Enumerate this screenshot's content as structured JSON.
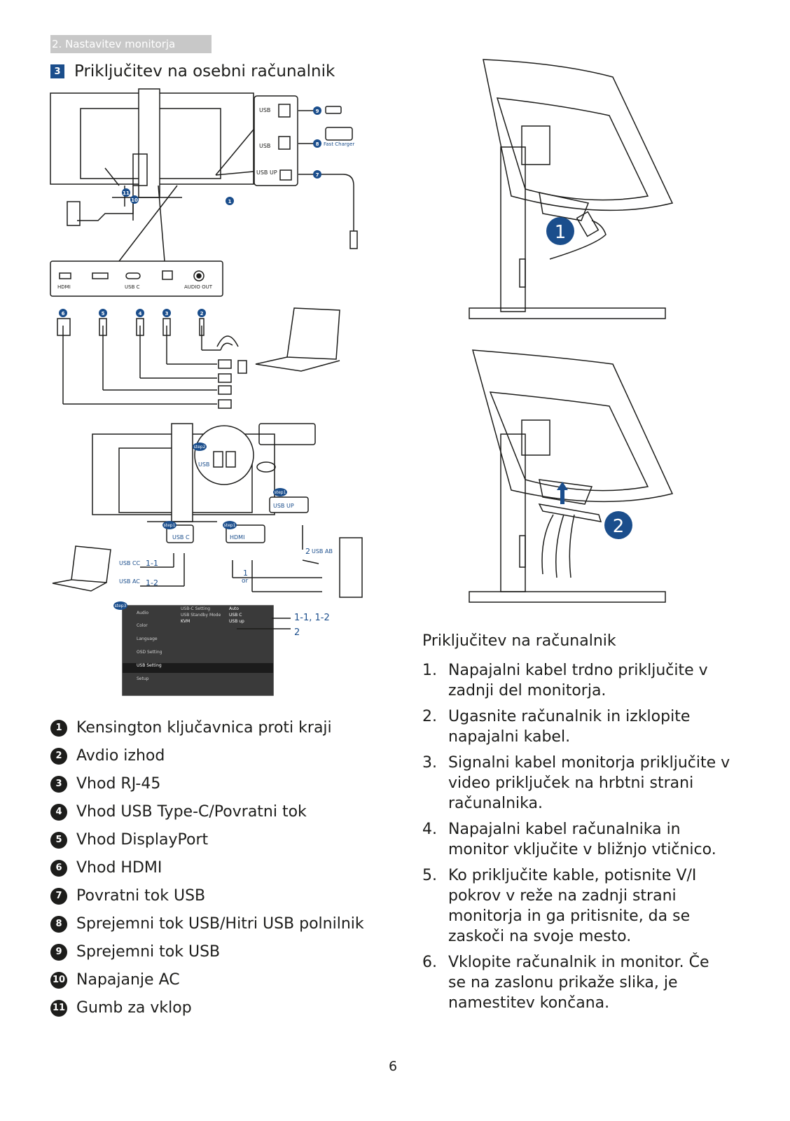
{
  "header": {
    "section_tab": "2. Nastavitev monitorja",
    "heading_number": "3",
    "heading_title": "Priključitev na osebni računalnik"
  },
  "diagram_top": {
    "side_ports": {
      "usb_down": "USB",
      "usb_fast": "USB",
      "fast_charger": "Fast Charger",
      "usb_up": "USB UP"
    },
    "rear_ports": {
      "hdmi": "HDMI",
      "usbc": "USB C",
      "audio_out": "AUDIO OUT"
    },
    "callouts": [
      "9",
      "8",
      "7",
      "1",
      "10",
      "11",
      "6",
      "5",
      "4",
      "3",
      "2"
    ]
  },
  "diagram_kvm": {
    "step1a": "step1",
    "step1b": "step1",
    "step1c": "step1",
    "step2": "step2",
    "step3": "step3",
    "usb_hub": "USB",
    "usb_up": "USB UP",
    "usb_c": "USB C",
    "hdmi": "HDMI",
    "usb_cc": "USB CC",
    "usb_cc_num": "1-1",
    "usb_ac": "USB AC",
    "usb_ac_num": "1-2",
    "usb_ab_num": "2",
    "usb_ab": "USB AB",
    "one": "1",
    "or": "or",
    "osd_menu": [
      "Audio",
      "Color",
      "Language",
      "OSD Setting",
      "USB Setting",
      "Setup"
    ],
    "osd_col2": [
      "USB-C Setting",
      "USB Standby Mode",
      "KVM"
    ],
    "osd_col3": [
      "Auto",
      "USB C",
      "USB up"
    ],
    "osd_callout1": "1-1, 1-2",
    "osd_callout2": "2"
  },
  "figure_right": {
    "step1": "1",
    "step2": "2"
  },
  "legend": [
    {
      "num": "1",
      "text": "Kensington ključavnica proti kraji"
    },
    {
      "num": "2",
      "text": "Avdio izhod"
    },
    {
      "num": "3",
      "text": "Vhod RJ-45"
    },
    {
      "num": "4",
      "text": "Vhod USB Type-C/Povratni tok"
    },
    {
      "num": "5",
      "text": "Vhod DisplayPort"
    },
    {
      "num": "6",
      "text": "Vhod HDMI"
    },
    {
      "num": "7",
      "text": "Povratni tok USB"
    },
    {
      "num": "8",
      "text": "Sprejemni tok USB/Hitri USB polnilnik"
    },
    {
      "num": "9",
      "text": "Sprejemni tok USB"
    },
    {
      "num": "10",
      "text": "Napajanje AC"
    },
    {
      "num": "11",
      "text": "Gumb za vklop"
    }
  ],
  "steps_title": "Priključitev na računalnik",
  "steps": [
    {
      "num": "1.",
      "text": "Napajalni kabel trdno priključite v zadnji del monitorja."
    },
    {
      "num": "2.",
      "text": "Ugasnite računalnik in izklopite napajalni kabel."
    },
    {
      "num": "3.",
      "text": "Signalni kabel monitorja priključite v video priključek na hrbtni strani računalnika."
    },
    {
      "num": "4.",
      "text": "Napajalni kabel računalnika in monitor vključite v bližnjo vtičnico."
    },
    {
      "num": "5.",
      "text": "Ko priključite kable, potisnite V/I pokrov v reže na zadnji strani monitorja in ga pritisnite, da se zaskoči na svoje mesto."
    },
    {
      "num": "6.",
      "text": "Vklopite računalnik in monitor. Če se na zaslonu prikaže slika, je namestitev končana."
    }
  ],
  "page_number": "6",
  "colors": {
    "accent": "#1b4e8c",
    "ink": "#1d1d1b",
    "tab": "#c8c8c8"
  }
}
